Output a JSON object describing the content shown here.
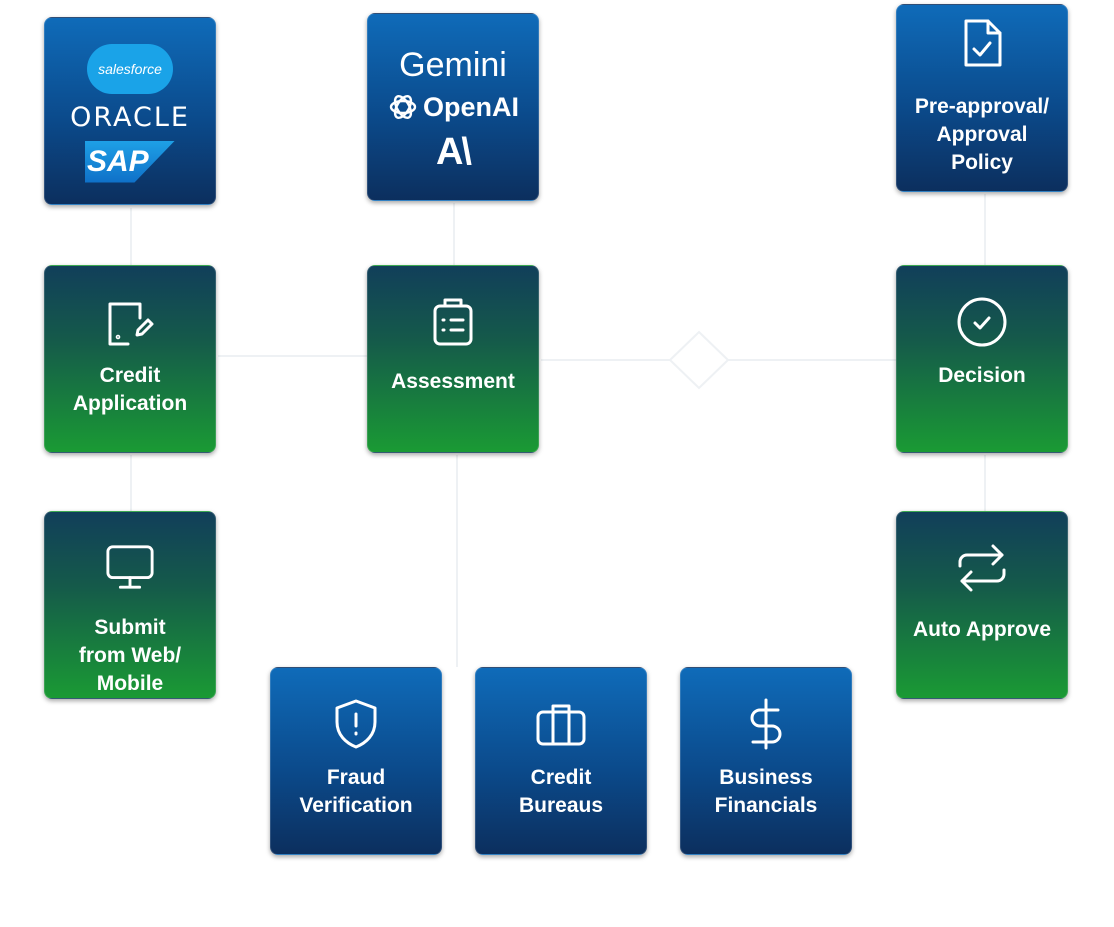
{
  "colors": {
    "blue_top": "#0f6bb9",
    "blue_bottom": "#0c2f5e",
    "green_top": "#113f5a",
    "green_bottom": "#1a9a34"
  },
  "logos": {
    "salesforce": "salesforce",
    "oracle": "ORACLE",
    "sap": "SAP",
    "gemini": "Gemini",
    "openai": "OpenAI",
    "anthropic": "A\\"
  },
  "nodes": {
    "credit_application": {
      "label": "Credit\nApplication",
      "icon": "document-edit-icon"
    },
    "submit": {
      "label": "Submit\nfrom Web/\nMobile",
      "icon": "monitor-icon"
    },
    "assessment": {
      "label": "Assessment",
      "icon": "clipboard-list-icon"
    },
    "decision": {
      "label": "Decision",
      "icon": "check-circle-icon"
    },
    "policy": {
      "label": "Pre-approval/\nApproval\nPolicy",
      "icon": "document-check-icon"
    },
    "auto_approve": {
      "label": "Auto Approve",
      "icon": "repeat-arrows-icon"
    },
    "fraud": {
      "label": "Fraud\nVerification",
      "icon": "shield-alert-icon"
    },
    "bureaus": {
      "label": "Credit\nBureaus",
      "icon": "briefcase-icon"
    },
    "financials": {
      "label": "Business\nFinancials",
      "icon": "dollar-icon"
    }
  }
}
